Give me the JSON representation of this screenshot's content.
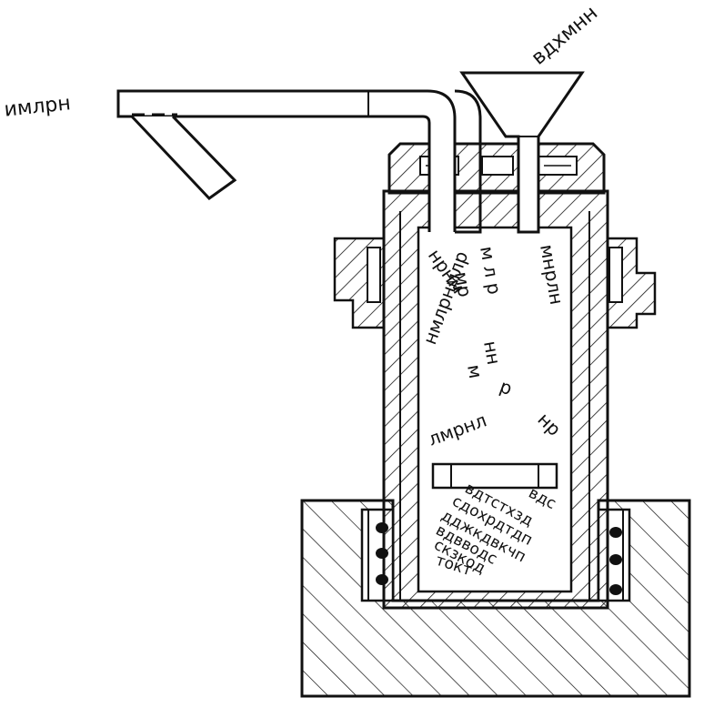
{
  "figure": {
    "colors": {
      "ink": "#111111",
      "background": "#ffffff"
    },
    "labels": {
      "exhaust_pipe": "имлрн",
      "funnel_top": "вдхмнн",
      "chamber_upper_left_1": "нрнм",
      "chamber_upper_left_2": "нмлрнмлр",
      "chamber_upper_left_3": "мр",
      "chamber_upper_mid_1": "м л р",
      "chamber_upper_right": "мнрлн",
      "chamber_middle_1": "нн",
      "chamber_middle_2": "м",
      "chamber_middle_3": "р",
      "chamber_lower_arc": "лмрнл",
      "chamber_lower_right": "нр",
      "bed_line_1": "вдс",
      "bed_line_2": "вдтстхзд",
      "bed_line_3": "сдохрдтдп",
      "bed_line_4": "дджкдвкчп",
      "bed_line_5": "вдвводс",
      "bed_line_6": "скзкод",
      "bed_line_7": "токт"
    }
  }
}
